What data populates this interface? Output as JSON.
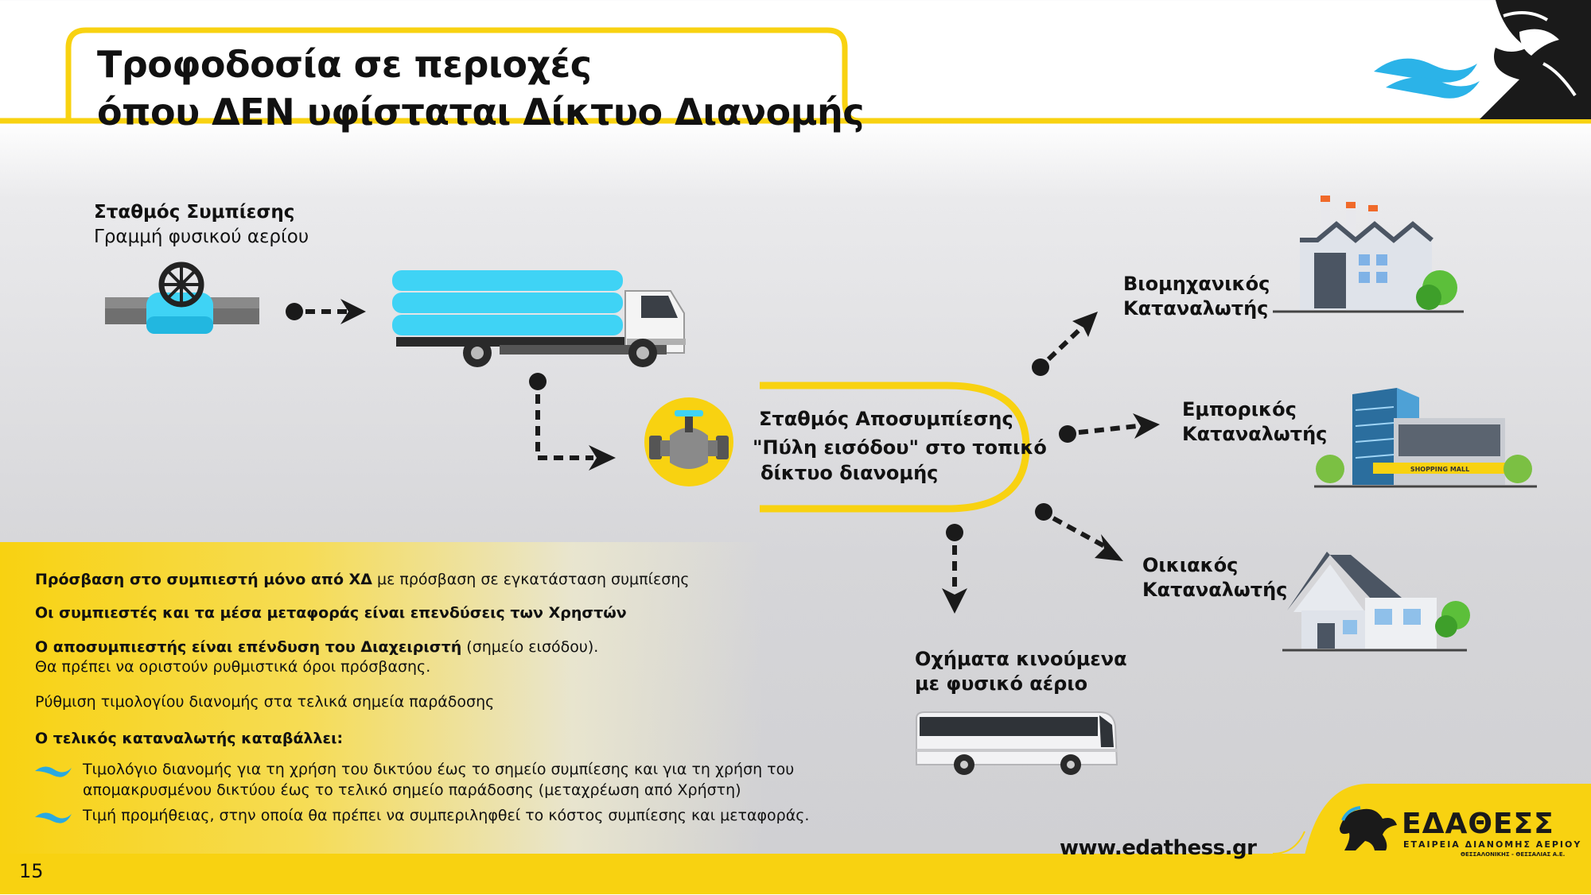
{
  "title": {
    "line1": "Τροφοδοσία σε περιοχές",
    "line2": "όπου ΔΕΝ υφίσταται Δίκτυο Διανομής"
  },
  "compression": {
    "title": "Σταθμός Συμπίεσης",
    "subtitle": "Γραμμή φυσικού αερίου"
  },
  "decompression": {
    "line1": "Σταθμός Αποσυμπίεσης",
    "line2": "\"Πύλη εισόδου\" στο τοπικό",
    "line3": "δίκτυο διανομής"
  },
  "consumers": {
    "industrial": {
      "line1": "Βιομηχανικός",
      "line2": "Καταναλωτής"
    },
    "commercial": {
      "line1": "Εμπορικός",
      "line2": "Καταναλωτής"
    },
    "residential": {
      "line1": "Οικιακός",
      "line2": "Καταναλωτής"
    },
    "vehicles": {
      "line1": "Οχήματα κινούμενα",
      "line2": "με φυσικό αέριο"
    }
  },
  "mall_sign": "SHOPPING MALL",
  "info": {
    "p1_bold": "Πρόσβαση στο συμπιεστή μόνο από ΧΔ",
    "p1_rest": " με πρόσβαση σε εγκατάσταση συμπίεσης",
    "p2_bold": "Οι συμπιεστές και τα μέσα μεταφοράς είναι επενδύσεις των Χρηστών",
    "p3_bold": "Ο αποσυμπιεστής είναι επένδυση του Διαχειριστή",
    "p3_rest": " (σημείο εισόδου).",
    "p3_line2": "Θα πρέπει να οριστούν ρυθμιστικά όροι πρόσβασης.",
    "p4": "Ρύθμιση τιμολογίου διανομής στα τελικά σημεία παράδοσης",
    "p5_head": "Ο τελικός καταναλωτής καταβάλλει:",
    "bullet1_line1": "Τιμολόγιο διανομής για τη χρήση του δικτύου έως το σημείο συμπίεσης και για τη χρήση του",
    "bullet1_line2": "απομακρυσμένου δικτύου έως το τελικό σημείο παράδοσης (μεταχρέωση από Χρήστη)",
    "bullet2": "Τιμή προμήθειας, στην οποία θα πρέπει να συμπεριληφθεί το κόστος συμπίεσης και μεταφοράς."
  },
  "footer": {
    "page_number": "15",
    "website": "www.edathess.gr",
    "logo_name": "ΕΔΑΘΕΣΣ",
    "logo_tagline": "ΕΤΑΙΡΕΙΑ ΔΙΑΝΟΜΗΣ ΑΕΡΙΟΥ",
    "logo_sub": "ΘΕΣΣΑΛΟΝΙΚΗΣ - ΘΕΣΣΑΛΙΑΣ Α.Ε."
  },
  "colors": {
    "yellow": "#f8d211",
    "cyan": "#3fd3f5",
    "blue": "#2aa9e0",
    "dark": "#1a1a1a"
  },
  "icons": [
    "valve-icon",
    "truck-icon",
    "decompressor-icon",
    "factory-icon",
    "mall-icon",
    "house-icon",
    "bus-icon",
    "wave-bullet-icon",
    "lion-logo-icon"
  ]
}
